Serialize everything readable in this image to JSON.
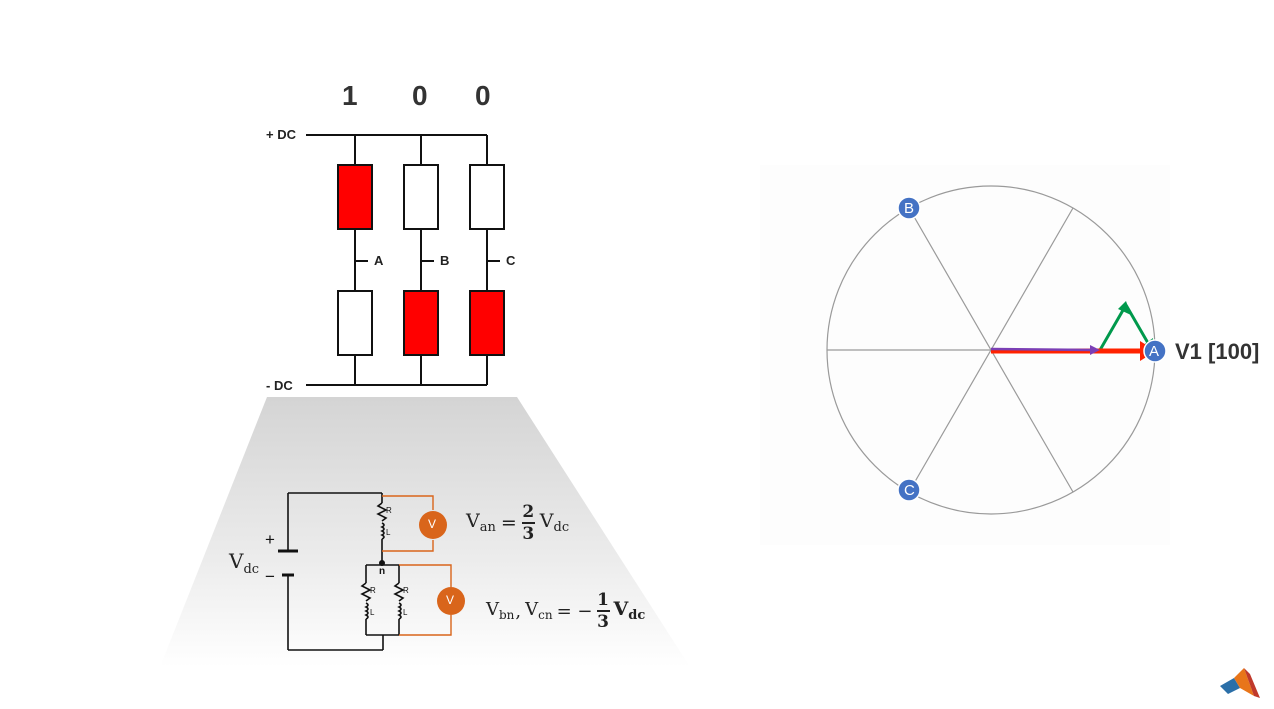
{
  "switch_states": [
    "1",
    "0",
    "0"
  ],
  "inverter": {
    "dc_positive_label": "+ DC",
    "dc_negative_label": "- DC",
    "phase_labels": [
      "A",
      "B",
      "C"
    ],
    "upper_switch_on": [
      true,
      false,
      false
    ],
    "lower_switch_on": [
      false,
      true,
      true
    ],
    "on_color": "#ff0000",
    "off_color": "#ffffff"
  },
  "equivalent_circuit": {
    "source_label_main": "V",
    "source_label_sub": "dc",
    "plus_sign": "+",
    "minus_sign": "−",
    "neutral_label": "n",
    "resistor_label": "R",
    "inductor_label": "L",
    "meter_label": "V",
    "meter_color": "#d9651b",
    "eq1": {
      "lhs_main": "V",
      "lhs_sub": "an",
      "equals": "=",
      "num": "2",
      "den": "3",
      "rhs_main": "V",
      "rhs_sub": "dc"
    },
    "eq2": {
      "lhs_a_main": "V",
      "lhs_a_sub": "bn",
      "sep": ",",
      "lhs_b_main": "V",
      "lhs_b_sub": "cn",
      "equals": "= −",
      "num": "1",
      "den": "3",
      "rhs_main": "V",
      "rhs_sub": "dc"
    }
  },
  "vector_diagram": {
    "phase_markers": [
      "A",
      "B",
      "C"
    ],
    "marker_color": "#4472c4",
    "vector_label": "V1 [100]",
    "vector_colors": {
      "resultant": "#ff2200",
      "phase_a": "#7b3fb5",
      "phase_bc": "#00994c"
    }
  },
  "logo_icon": "matlab-membrane-icon"
}
